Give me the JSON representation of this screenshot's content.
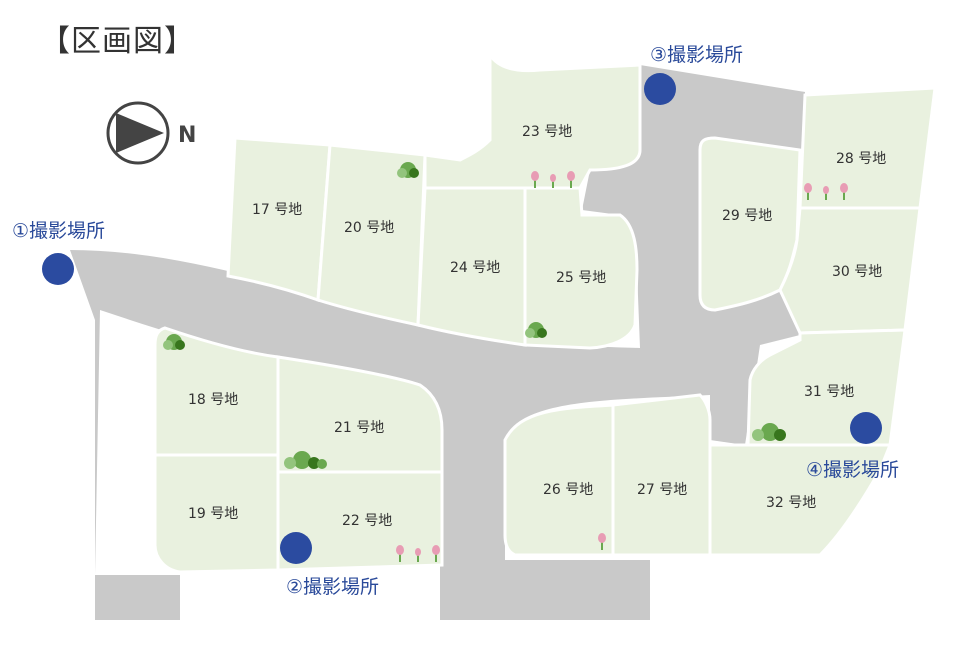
{
  "title": "【区画図】",
  "compass": {
    "label": "N",
    "icon": "north-arrow-icon"
  },
  "photo_spots": [
    {
      "label": "①撮影場所"
    },
    {
      "label": "②撮影場所"
    },
    {
      "label": "③撮影場所"
    },
    {
      "label": "④撮影場所"
    }
  ],
  "lots": [
    {
      "label": "17 号地"
    },
    {
      "label": "18 号地"
    },
    {
      "label": "19 号地"
    },
    {
      "label": "20 号地"
    },
    {
      "label": "21 号地"
    },
    {
      "label": "22 号地"
    },
    {
      "label": "23 号地"
    },
    {
      "label": "24 号地"
    },
    {
      "label": "25 号地"
    },
    {
      "label": "26 号地"
    },
    {
      "label": "27 号地"
    },
    {
      "label": "28 号地"
    },
    {
      "label": "29 号地"
    },
    {
      "label": "30 号地"
    },
    {
      "label": "31 号地"
    },
    {
      "label": "32 号地"
    }
  ],
  "colors": {
    "lot": "#e9f1df",
    "road": "#c9c9c9",
    "spot": "#2b4ba0"
  }
}
